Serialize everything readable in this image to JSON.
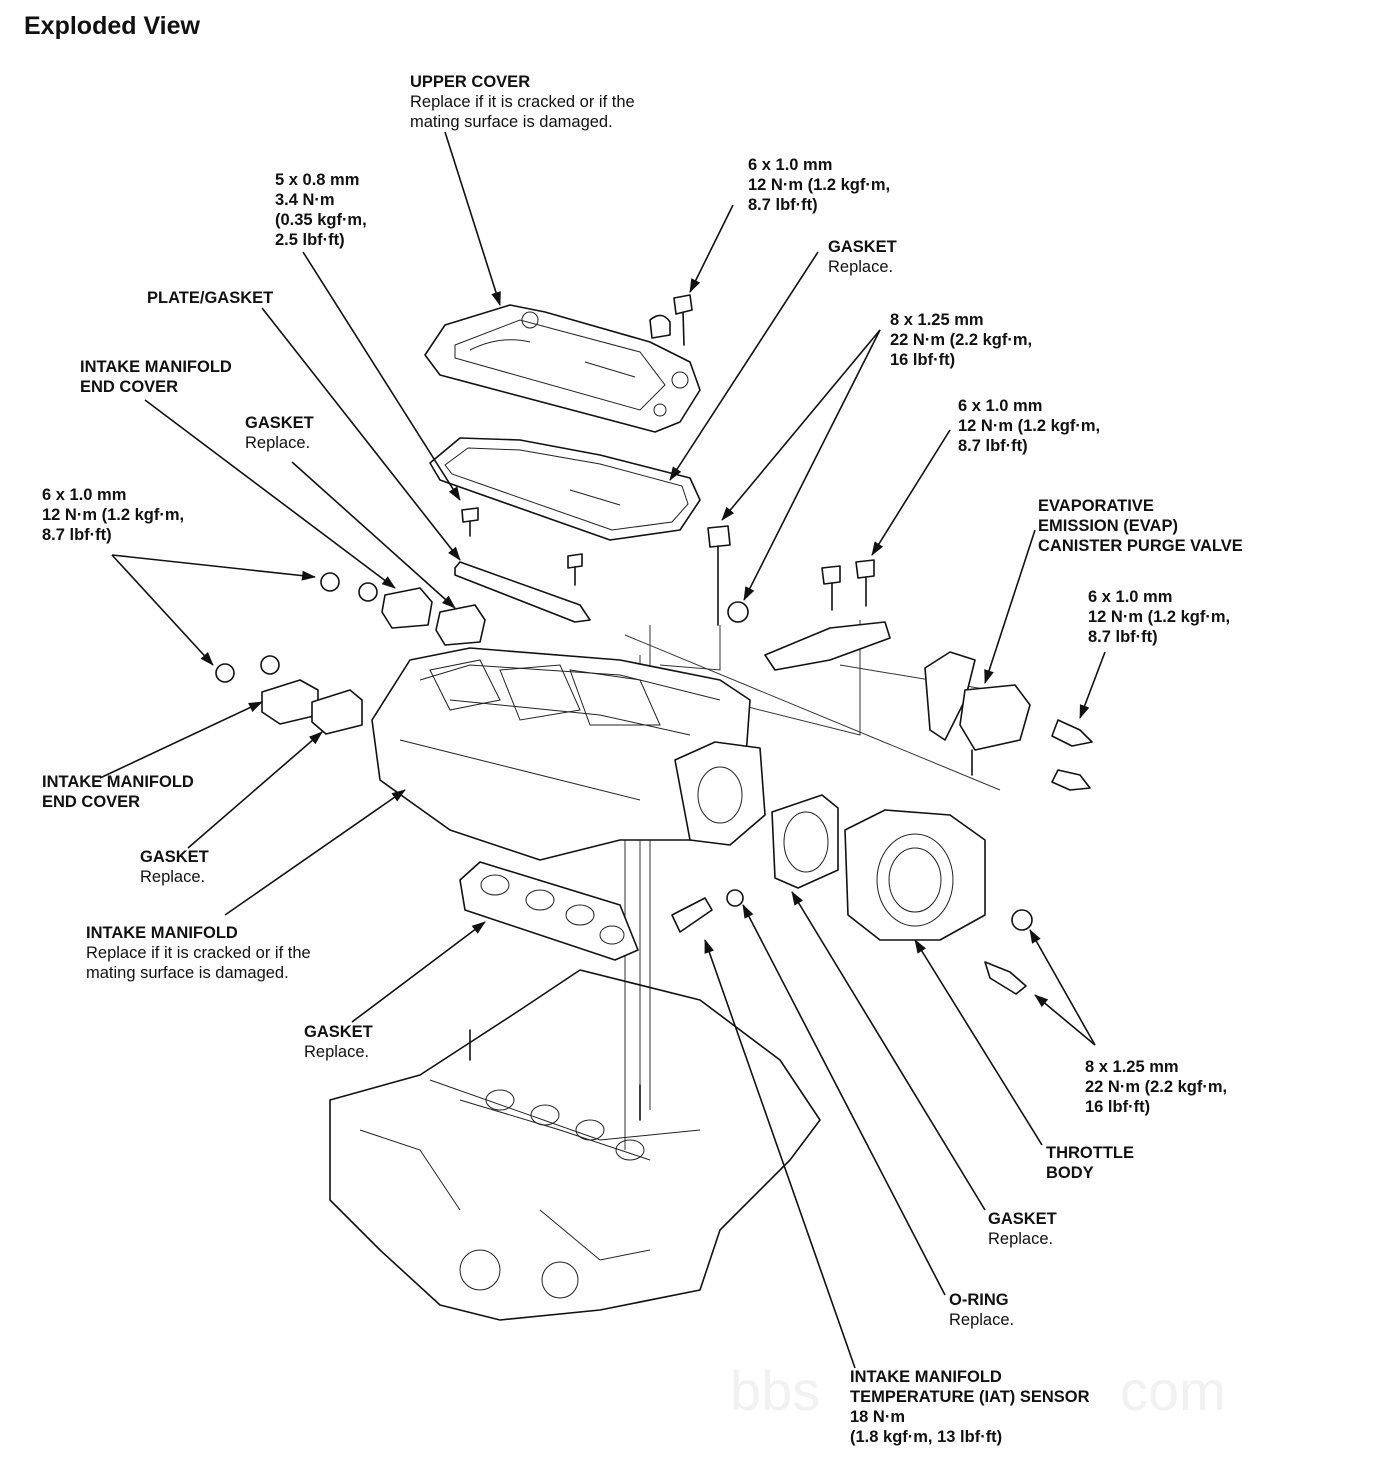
{
  "title": "Exploded View",
  "callouts": {
    "upper_cover": {
      "title": "UPPER COVER",
      "lines": [
        "Replace if it is cracked or if the",
        "mating surface is damaged."
      ]
    },
    "bolt_5x08": {
      "lines": [
        "5 x 0.8 mm",
        "3.4 N·m",
        "(0.35 kgf·m,",
        "2.5 lbf·ft)"
      ]
    },
    "bolt_6x10_top": {
      "lines": [
        "6 x 1.0 mm",
        "12 N·m (1.2 kgf·m,",
        "8.7 lbf·ft)"
      ]
    },
    "gasket_cover": {
      "title": "GASKET",
      "lines": [
        "Replace."
      ]
    },
    "plate_gasket": {
      "title": "PLATE/GASKET"
    },
    "end_cover_top": {
      "title": "INTAKE MANIFOLD",
      "lines": [
        "END COVER"
      ]
    },
    "bolt_8x125_top": {
      "lines": [
        "8 x 1.25 mm",
        "22 N·m (2.2 kgf·m,",
        "16 lbf·ft)"
      ]
    },
    "gasket_end_top": {
      "title": "GASKET",
      "lines": [
        "Replace."
      ]
    },
    "bolt_6x10_mid": {
      "lines": [
        "6 x 1.0 mm",
        "12 N·m (1.2 kgf·m,",
        "8.7 lbf·ft)"
      ]
    },
    "bolt_6x10_left": {
      "lines": [
        "6 x 1.0 mm",
        "12 N·m (1.2 kgf·m,",
        "8.7 lbf·ft)"
      ]
    },
    "evap": {
      "title": "EVAPORATIVE",
      "lines": [
        "EMISSION (EVAP)",
        "CANISTER PURGE VALVE"
      ]
    },
    "bolt_6x10_right": {
      "lines": [
        "6 x 1.0 mm",
        "12 N·m (1.2 kgf·m,",
        "8.7 lbf·ft)"
      ]
    },
    "end_cover_bottom": {
      "title": "INTAKE MANIFOLD",
      "lines": [
        "END COVER"
      ]
    },
    "gasket_end_bottom": {
      "title": "GASKET",
      "lines": [
        "Replace."
      ]
    },
    "intake_manifold": {
      "title": "INTAKE MANIFOLD",
      "lines": [
        "Replace if it is cracked or if the",
        "mating surface is damaged."
      ]
    },
    "gasket_lower": {
      "title": "GASKET",
      "lines": [
        "Replace."
      ]
    },
    "bolt_8x125_bottom": {
      "lines": [
        "8 x 1.25 mm",
        "22 N·m (2.2 kgf·m,",
        "16 lbf·ft)"
      ]
    },
    "throttle_body": {
      "title": "THROTTLE",
      "lines": [
        "BODY"
      ]
    },
    "gasket_throttle": {
      "title": "GASKET",
      "lines": [
        "Replace."
      ]
    },
    "o_ring": {
      "title": "O-RING",
      "lines": [
        "Replace."
      ]
    },
    "iat_sensor": {
      "title": "INTAKE MANIFOLD",
      "lines": [
        "TEMPERATURE (IAT) SENSOR",
        "18 N·m",
        "(1.8 kgf·m, 13 lbf·ft)"
      ]
    }
  }
}
